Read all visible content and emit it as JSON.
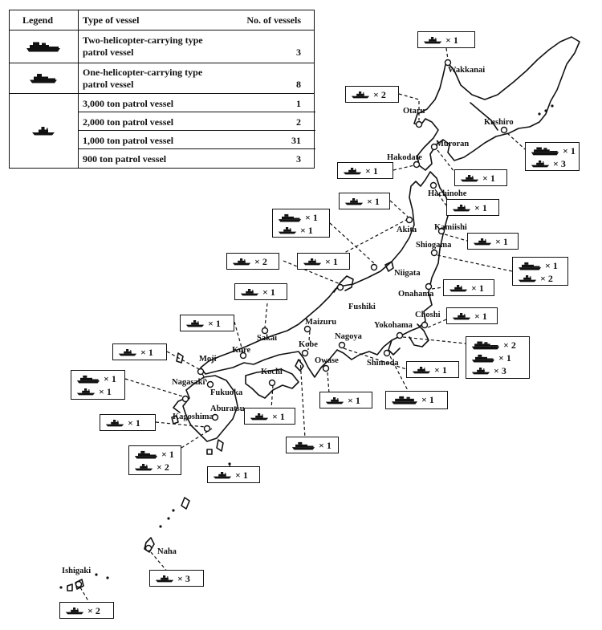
{
  "legend": {
    "heading_legend": "Legend",
    "heading_type": "Type of vessel",
    "heading_count": "No. of vessels",
    "rows": [
      {
        "type_line1": "Two-helicopter-carrying type",
        "type_line2": "patrol vessel",
        "count": "3"
      },
      {
        "type_line1": "One-helicopter-carrying type",
        "type_line2": "patrol vessel",
        "count": "8"
      },
      {
        "type_line1": "3,000 ton patrol vessel",
        "count": "1"
      },
      {
        "type_line1": "2,000 ton patrol vessel",
        "count": "2"
      },
      {
        "type_line1": "1,000 ton patrol vessel",
        "count": "31"
      },
      {
        "type_line1": "900 ton patrol vessel",
        "count": "3"
      }
    ]
  },
  "cities": [
    "Wakkanai",
    "Otaru",
    "Kushiro",
    "Muroran",
    "Hakodate",
    "Hachinohe",
    "Akita",
    "Kamiishi",
    "Shiogama",
    "Niigata",
    "Onahama",
    "Fushiki",
    "Choshi",
    "Maizuru",
    "Yokohama",
    "Sakai",
    "Nagoya",
    "Kobe",
    "Moji",
    "Kure",
    "Owase",
    "Shimoda",
    "Nagasaki",
    "Kochi",
    "Fukuoka",
    "Aburatsu",
    "Kagoshima",
    "Naha",
    "Ishigaki"
  ],
  "vessel_boxes": [
    {
      "rows": [
        {
          "vessel": "patrol",
          "count": "× 1"
        }
      ]
    },
    {
      "rows": [
        {
          "vessel": "patrol",
          "count": "× 2"
        }
      ]
    },
    {
      "rows": [
        {
          "vessel": "two-helicopter",
          "count": "× 1"
        },
        {
          "vessel": "patrol",
          "count": "× 3"
        }
      ]
    },
    {
      "rows": [
        {
          "vessel": "patrol",
          "count": "× 1"
        }
      ]
    },
    {
      "rows": [
        {
          "vessel": "patrol",
          "count": "× 1"
        }
      ]
    },
    {
      "rows": [
        {
          "vessel": "patrol",
          "count": "× 1"
        }
      ]
    },
    {
      "rows": [
        {
          "vessel": "patrol",
          "count": "× 1"
        }
      ]
    },
    {
      "rows": [
        {
          "vessel": "patrol",
          "count": "× 1"
        }
      ]
    },
    {
      "rows": [
        {
          "vessel": "one-helicopter",
          "count": "× 1"
        },
        {
          "vessel": "patrol",
          "count": "× 1"
        }
      ]
    },
    {
      "rows": [
        {
          "vessel": "patrol",
          "count": "× 1"
        }
      ]
    },
    {
      "rows": [
        {
          "vessel": "patrol",
          "count": "× 2"
        }
      ]
    },
    {
      "rows": [
        {
          "vessel": "one-helicopter",
          "count": "× 1"
        },
        {
          "vessel": "patrol",
          "count": "× 2"
        }
      ]
    },
    {
      "rows": [
        {
          "vessel": "patrol",
          "count": "× 1"
        }
      ]
    },
    {
      "rows": [
        {
          "vessel": "patrol",
          "count": "× 1"
        }
      ]
    },
    {
      "rows": [
        {
          "vessel": "patrol",
          "count": "× 1"
        }
      ]
    },
    {
      "rows": [
        {
          "vessel": "two-helicopter",
          "count": "× 2"
        },
        {
          "vessel": "one-helicopter",
          "count": "× 1"
        },
        {
          "vessel": "patrol",
          "count": "× 3"
        }
      ]
    },
    {
      "rows": [
        {
          "vessel": "patrol",
          "count": "× 1"
        }
      ]
    },
    {
      "rows": [
        {
          "vessel": "patrol",
          "count": "× 1"
        }
      ]
    },
    {
      "rows": [
        {
          "vessel": "one-helicopter",
          "count": "× 1"
        },
        {
          "vessel": "patrol",
          "count": "× 1"
        }
      ]
    },
    {
      "rows": [
        {
          "vessel": "patrol",
          "count": "× 1"
        }
      ]
    },
    {
      "rows": [
        {
          "vessel": "patrol",
          "count": "× 1"
        }
      ]
    },
    {
      "rows": [
        {
          "vessel": "3000-ton",
          "count": "× 1"
        }
      ]
    },
    {
      "rows": [
        {
          "vessel": "patrol",
          "count": "× 1"
        }
      ]
    },
    {
      "rows": [
        {
          "vessel": "patrol",
          "count": "× 1"
        }
      ]
    },
    {
      "rows": [
        {
          "vessel": "one-helicopter",
          "count": "× 1"
        }
      ]
    },
    {
      "rows": [
        {
          "vessel": "one-helicopter",
          "count": "× 1"
        },
        {
          "vessel": "patrol",
          "count": "× 2"
        }
      ]
    },
    {
      "rows": [
        {
          "vessel": "patrol",
          "count": "× 1"
        }
      ]
    },
    {
      "rows": [
        {
          "vessel": "patrol",
          "count": "× 3"
        }
      ]
    },
    {
      "rows": [
        {
          "vessel": "patrol",
          "count": "× 2"
        }
      ]
    }
  ],
  "colors": {
    "ink": "#111111",
    "paper": "#ffffff"
  }
}
